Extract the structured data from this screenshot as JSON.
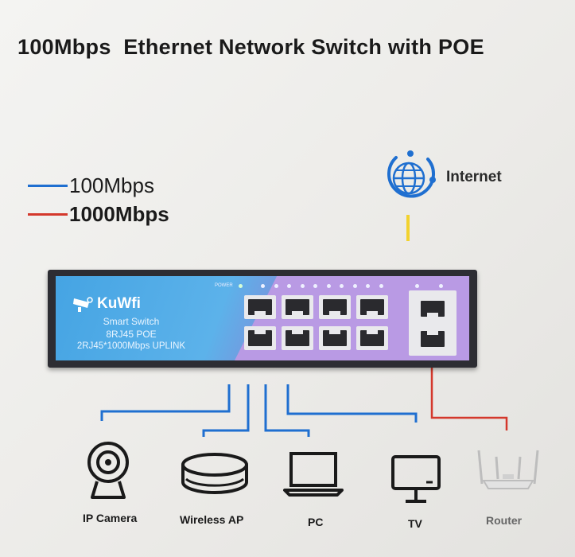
{
  "title": "100Mbps  Ethernet Network Switch with POE",
  "legend": [
    {
      "label": "100Mbps",
      "color": "#1f6fd0"
    },
    {
      "label": "1000Mbps",
      "color": "#d4382c"
    }
  ],
  "internet": {
    "label": "Internet",
    "icon": "globe-icon"
  },
  "switch": {
    "brand": "KuWfi",
    "line1": "Smart Switch",
    "line2": "8RJ45 POE",
    "line3": "2RJ45*1000Mbps UPLINK",
    "power_label": "POWER"
  },
  "devices": [
    {
      "label": "IP Camera",
      "icon": "ip-camera-icon"
    },
    {
      "label": "Wireless AP",
      "icon": "wireless-ap-icon"
    },
    {
      "label": "PC",
      "icon": "laptop-icon"
    },
    {
      "label": "TV",
      "icon": "tv-icon"
    },
    {
      "label": "Router",
      "icon": "router-icon"
    }
  ],
  "colors": {
    "blue": "#1f6fd0",
    "red": "#d4382c",
    "yellow": "#f2d22e",
    "switch_body": "#2d2d33"
  }
}
